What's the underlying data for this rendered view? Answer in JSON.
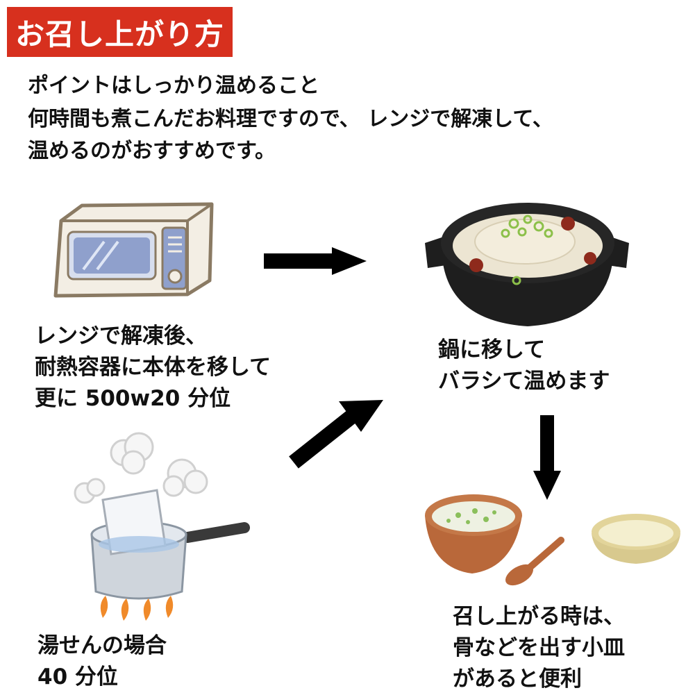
{
  "title": "お召し上がり方",
  "intro": {
    "line1": "ポイントはしっかり温めること",
    "line2": "何時間も煮こんだお料理ですので、 レンジで解凍して、",
    "line3": "温めるのがおすすめです。"
  },
  "steps": {
    "microwave": {
      "line1": "レンジで解凍後、",
      "line2": "耐熱容器に本体を移して",
      "line3": "更に 500w20 分位"
    },
    "boiling": {
      "line1": "湯せんの場合",
      "line2": "40 分位"
    },
    "pot": {
      "line1": "鍋に移して",
      "line2": "バラシて温めます"
    },
    "serving": {
      "line1": "召し上がる時は、",
      "line2": "骨などを出す小皿",
      "line3": "があると便利"
    }
  },
  "colors": {
    "title_bg": "#d7301e",
    "arrow": "#000000",
    "microwave_body": "#f3eee4",
    "microwave_outline": "#8a7a63",
    "microwave_door": "#8fa0cc",
    "pot_body": "#1e1e1e",
    "broth": "#ece5d2",
    "bowl_wood": "#b9683a",
    "saucepan": "#cfd5dc",
    "flame": "#f08a2a"
  },
  "icons": [
    "microwave-illustration",
    "clay-pot-samgyetang-illustration",
    "saucepan-boiling-illustration",
    "rice-bowl-illustration",
    "small-dish-illustration",
    "wooden-spoon-illustration"
  ]
}
